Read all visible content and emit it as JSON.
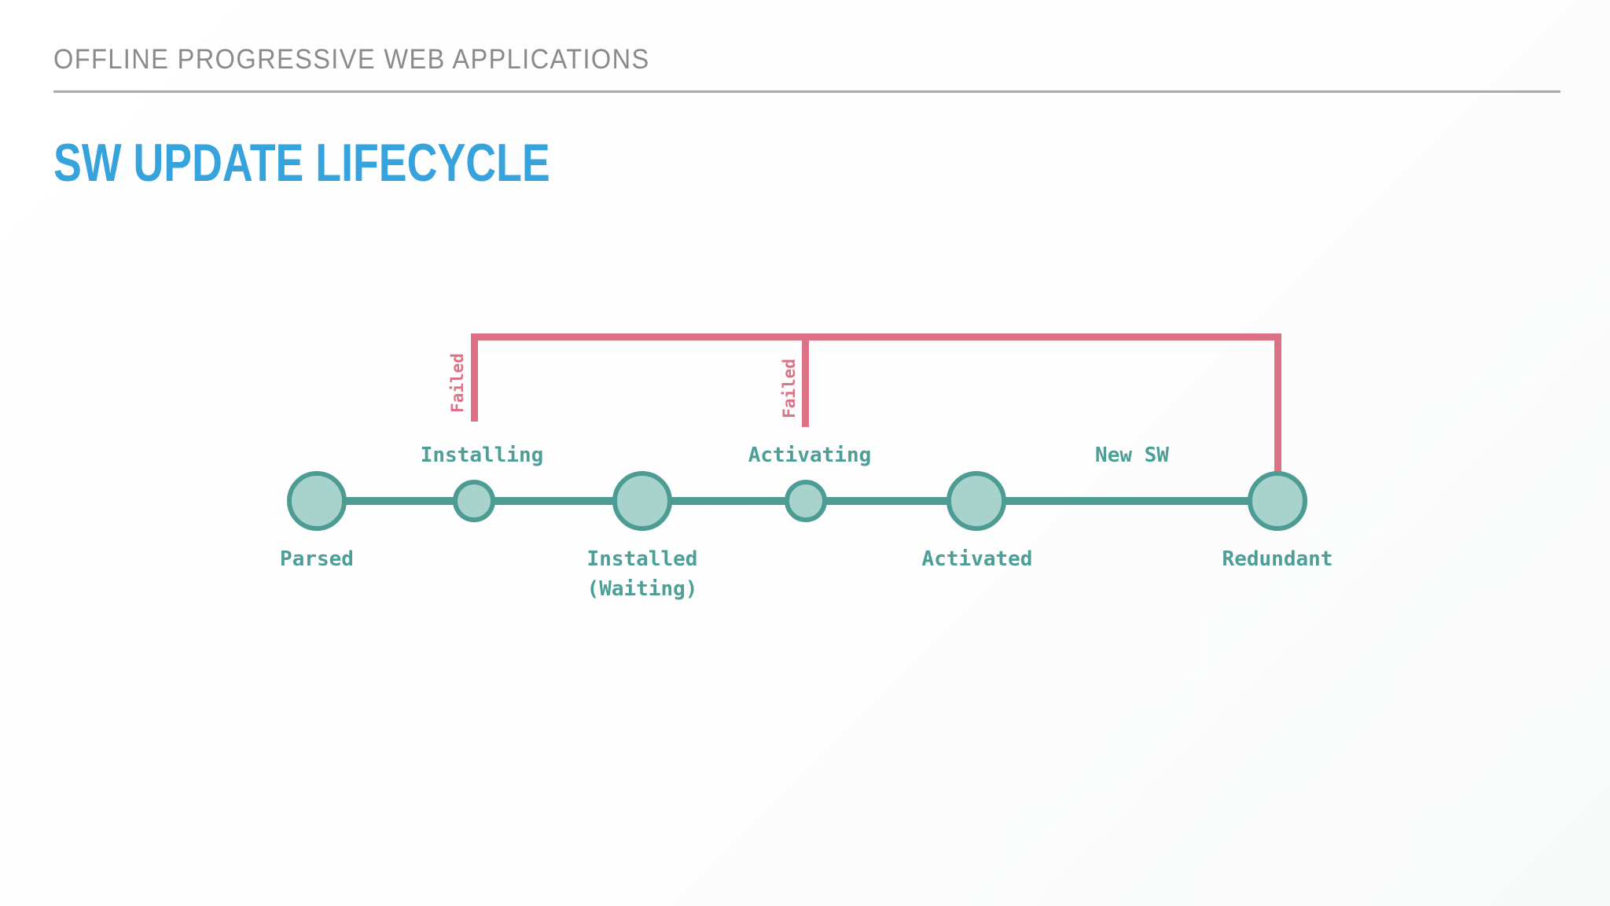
{
  "slide": {
    "eyebrow": "OFFLINE PROGRESSIVE WEB APPLICATIONS",
    "title": "SW UPDATE LIFECYCLE"
  },
  "colors": {
    "title_blue": "#36A3DC",
    "eyebrow_gray": "#8A8A8A",
    "teal_stroke": "#4C9C94",
    "teal_fill": "#A8D2CC",
    "teal_text": "#4D9E97",
    "pink": "#DC7285"
  },
  "diagram": {
    "type": "state-lifecycle",
    "nodes": [
      {
        "label": "Parsed",
        "size": "large",
        "label_position": "below"
      },
      {
        "label": "Installing",
        "size": "small",
        "label_position": "above"
      },
      {
        "label": "Installed",
        "sublabel": "(Waiting)",
        "size": "large",
        "label_position": "below"
      },
      {
        "label": "Activating",
        "size": "small",
        "label_position": "above"
      },
      {
        "label": "Activated",
        "size": "large",
        "label_position": "below"
      },
      {
        "label": "Redundant",
        "size": "large",
        "label_position": "below"
      }
    ],
    "edge_label": "New SW",
    "failed_edges": [
      {
        "label": "Failed",
        "from": "Installing",
        "to": "Redundant"
      },
      {
        "label": "Failed",
        "from": "Activating",
        "to": "Redundant"
      }
    ]
  }
}
